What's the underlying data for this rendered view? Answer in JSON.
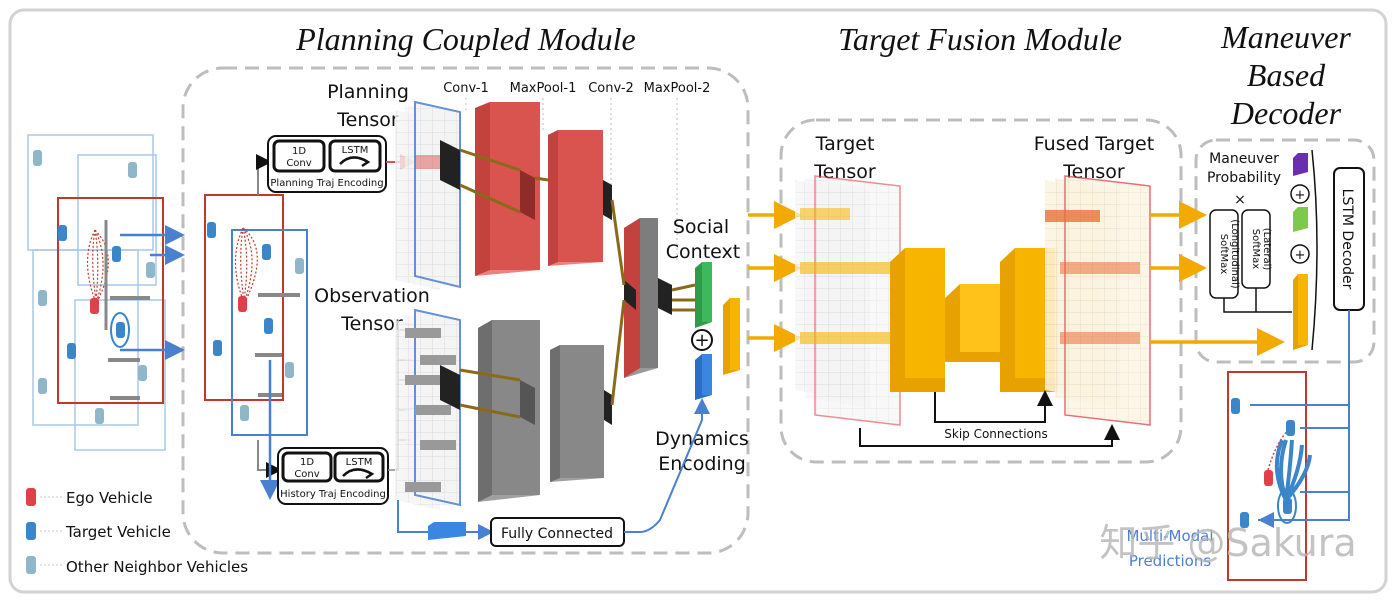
{
  "titles": {
    "planning": "Planning Coupled Module",
    "fusion": "Target Fusion Module",
    "decoder_line1": "Maneuver",
    "decoder_line2": "Based",
    "decoder_line3": "Decoder"
  },
  "labels": {
    "planning_tensor_1": "Planning",
    "planning_tensor_2": "Tensor",
    "observation_tensor_1": "Observation",
    "observation_tensor_2": "Tensor",
    "conv1": "Conv-1",
    "maxpool1": "MaxPool-1",
    "conv2": "Conv-2",
    "maxpool2": "MaxPool-2",
    "social_context_1": "Social",
    "social_context_2": "Context",
    "dynamics_1": "Dynamics",
    "dynamics_2": "Encoding",
    "fully_connected": "Fully Connected",
    "target_tensor_1": "Target",
    "target_tensor_2": "Tensor",
    "fused_tensor_1": "Fused Target",
    "fused_tensor_2": "Tensor",
    "skip_connections": "Skip Connections",
    "maneuver_prob_1": "Maneuver",
    "maneuver_prob_2": "Probability",
    "softmax_long_1": "SoftMax",
    "softmax_long_2": "(Longitudinal)",
    "softmax_lat_1": "SoftMax",
    "softmax_lat_2": "(Lateral)",
    "times": "×",
    "lstm_decoder": "LSTM Decoder",
    "multimodal_1": "Multi-Modal",
    "multimodal_2": "Predictions",
    "plan_enc_conv_1": "1D",
    "plan_enc_conv_2": "Conv",
    "plan_enc_lstm": "LSTM",
    "plan_enc_caption": "Planning Traj Encoding",
    "hist_enc_conv_1": "1D",
    "hist_enc_conv_2": "Conv",
    "hist_enc_lstm": "LSTM",
    "hist_enc_caption": "History Traj Encoding",
    "watermark": "知乎 @Sakura"
  },
  "legend": [
    {
      "label": "Ego Vehicle",
      "color": "#e0404a"
    },
    {
      "label": "Target Vehicle",
      "color": "#3a86c8"
    },
    {
      "label": "Other Neighbor Vehicles",
      "color": "#8fb7c9"
    }
  ],
  "colors": {
    "ego": "#e0404a",
    "target": "#3a86c8",
    "neighbor": "#8fb7c9",
    "planning_conv": "#d9534f",
    "observation_conv": "#7d7d7d",
    "fusion": "#f7b500",
    "arrow_yellow": "#f2a900",
    "arrow_blue": "#4a80d0",
    "dashed_border": "#bdbdbd"
  }
}
